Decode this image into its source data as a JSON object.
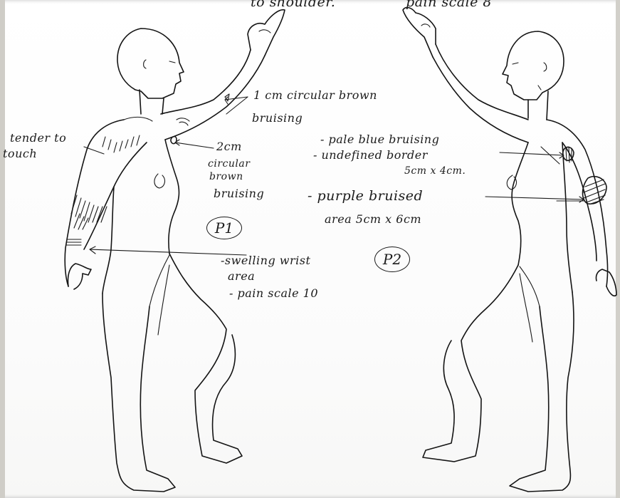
{
  "header": {
    "top_left_fragment": "to shoulder.",
    "top_right_fragment": "pain scale 8"
  },
  "figure_p1": {
    "tag": "P1",
    "annotations": {
      "tender": [
        "tender to",
        "touch"
      ],
      "bruise_small": [
        "1 cm circular brown",
        "bruising"
      ],
      "bruise_axilla": [
        "2cm",
        "circular",
        "brown",
        "bruising"
      ],
      "wrist": [
        "-swelling wrist",
        "area",
        "- pain scale 10"
      ]
    }
  },
  "figure_p2": {
    "tag": "P2",
    "annotations": {
      "pale_blue": [
        "- pale blue bruising",
        "- undefined border",
        "5cm x 4cm."
      ],
      "purple": [
        "- purple bruised",
        "area 5cm x 6cm"
      ]
    }
  },
  "colors": {
    "ink": "#141414",
    "paper": "#ffffff",
    "scan_border": "#cfcdc7"
  }
}
